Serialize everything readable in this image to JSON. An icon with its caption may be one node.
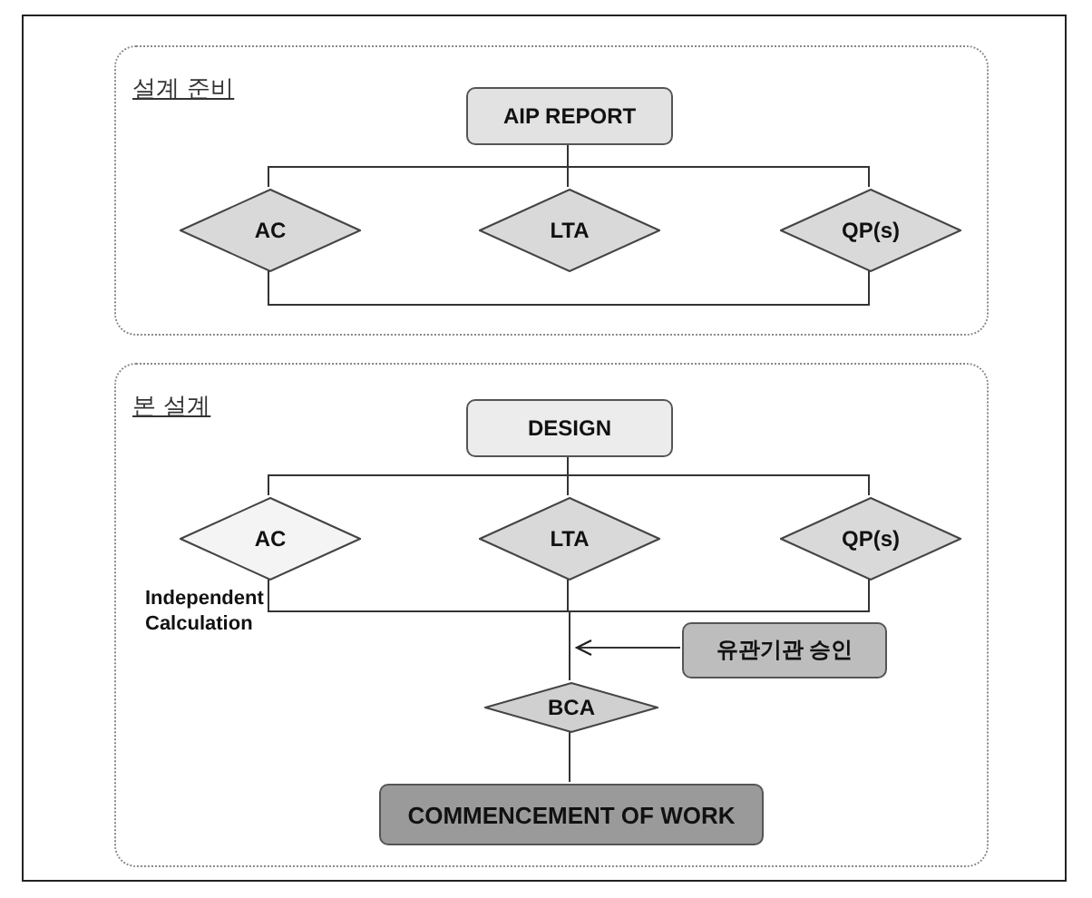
{
  "diagram": {
    "nodes": [
      {
        "text": [
          "설계 준비"
        ]
      },
      {
        "text": [
          "AIP REPORT"
        ],
        "in": 0
      },
      {
        "text": [
          "AC"
        ],
        "in": 0
      },
      {
        "text": [
          "LTA"
        ],
        "in": 0
      },
      {
        "text": [
          "QP(s)"
        ],
        "in": 0
      },
      {
        "text": [
          "본 설계"
        ]
      },
      {
        "text": [
          "DESIGN"
        ],
        "in": 5
      },
      {
        "text": [
          "AC"
        ],
        "in": 5,
        "beside": [
          "Independent Calculation"
        ]
      },
      {
        "text": [
          "LTA"
        ],
        "in": 5
      },
      {
        "text": [
          "QP(s)"
        ],
        "in": 5
      },
      {
        "text": [
          "유관기관 승인"
        ],
        "in": 5
      },
      {
        "text": [
          "BCA"
        ],
        "in": 5
      },
      {
        "text": [
          "COMMENCEMENT OF WORK"
        ],
        "in": 5
      }
    ],
    "edges": [
      {
        "from": 1,
        "to": 2,
        "arrow": "none"
      },
      {
        "from": 1,
        "to": 3,
        "arrow": "none"
      },
      {
        "from": 1,
        "to": 4,
        "arrow": "none"
      },
      {
        "from": 2,
        "to": 4,
        "arrow": "none"
      },
      {
        "from": 6,
        "to": 7,
        "arrow": "none"
      },
      {
        "from": 6,
        "to": 8,
        "arrow": "none"
      },
      {
        "from": 6,
        "to": 9,
        "arrow": "none"
      },
      {
        "from": 7,
        "to": 11,
        "arrow": "none"
      },
      {
        "from": 8,
        "to": 11,
        "arrow": "none"
      },
      {
        "from": 9,
        "to": 11,
        "arrow": "none"
      },
      {
        "from": 10,
        "to": 11,
        "arrow": "to"
      },
      {
        "from": 11,
        "to": 12,
        "arrow": "none"
      }
    ]
  }
}
